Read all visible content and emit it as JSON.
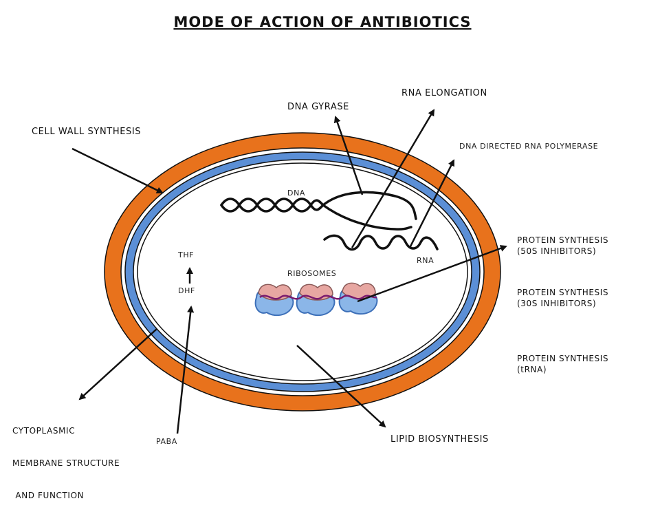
{
  "title": "MODE OF ACTION OF ANTIBIOTICS",
  "labels": {
    "cell_wall": "CELL WALL SYNTHESIS",
    "dna_gyrase": "DNA GYRASE",
    "rna_elongation": "RNA ELONGATION",
    "dna_directed_rna_polymerase": "DNA DIRECTED RNA POLYMERASE",
    "dna": "DNA",
    "rna": "RNA",
    "ribosomes": "RIBOSOMES",
    "thf": "THF",
    "dhf": "DHF",
    "paba": "PABA",
    "protein_50s": [
      "PROTEIN SYNTHESIS",
      "(50S INHIBITORS)"
    ],
    "protein_30s": [
      "PROTEIN SYNTHESIS",
      "(30S INHIBITORS)"
    ],
    "protein_trna": [
      "PROTEIN SYNTHESIS",
      "(tRNA)"
    ],
    "cytoplasmic": [
      "CYTOPLASMIC",
      "MEMBRANE STRUCTURE",
      " AND FUNCTION"
    ],
    "lipid": "LIPID BIOSYNTHESIS"
  },
  "colors": {
    "cell_wall": "#e8721c",
    "membrane": "#5b8fd6",
    "ribosome_body": "#8bb6e8",
    "ribosome_cap": "#e7a7a2",
    "mrna": "#7a1a6e",
    "line": "#111111"
  }
}
